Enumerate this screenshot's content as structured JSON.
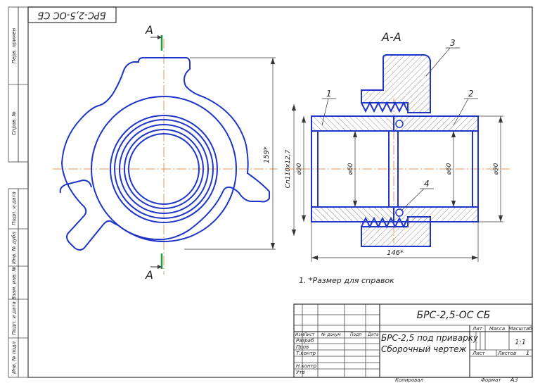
{
  "top_stamp": "БРС-2,5-ОС СБ",
  "section_marks": {
    "top": "А",
    "bottom": "А",
    "title": "А-А"
  },
  "dimensions": {
    "height_159": "159*",
    "thread": "Сп110х12,7",
    "d90_left": "⌀90",
    "d60_left": "⌀60",
    "d60_right": "⌀60",
    "d90_right": "⌀90",
    "length_146": "146*"
  },
  "positions": [
    "1",
    "2",
    "3",
    "4"
  ],
  "note": "1. *Размер для справок",
  "left_strip": [
    "Перв. примен",
    "Справ. №",
    "Подп. и дата",
    "Инв. № дубл",
    "Взам. инв. №",
    "Подп. и дата",
    "Инв. № подл"
  ],
  "title_block": {
    "designation": "БРС-2,5-ОС СБ",
    "name_line1": "БРС-2,5 под приварку",
    "name_line2": "Сборочный чертеж",
    "col_lit": "Лит",
    "col_mass": "Масса",
    "col_scale": "Масштаб",
    "scale_value": "1:1",
    "sheet_label": "Лист",
    "sheets_label": "Листов",
    "sheets_value": "1",
    "row_headers": [
      "Изм",
      "Лист",
      "№ докум",
      "Подп",
      "Дата"
    ],
    "roles": [
      "Разраб",
      "Пров",
      "Т.контр",
      "Н.контр",
      "Утв"
    ],
    "copied": "Копировал",
    "format": "Формат",
    "format_value": "А3"
  }
}
